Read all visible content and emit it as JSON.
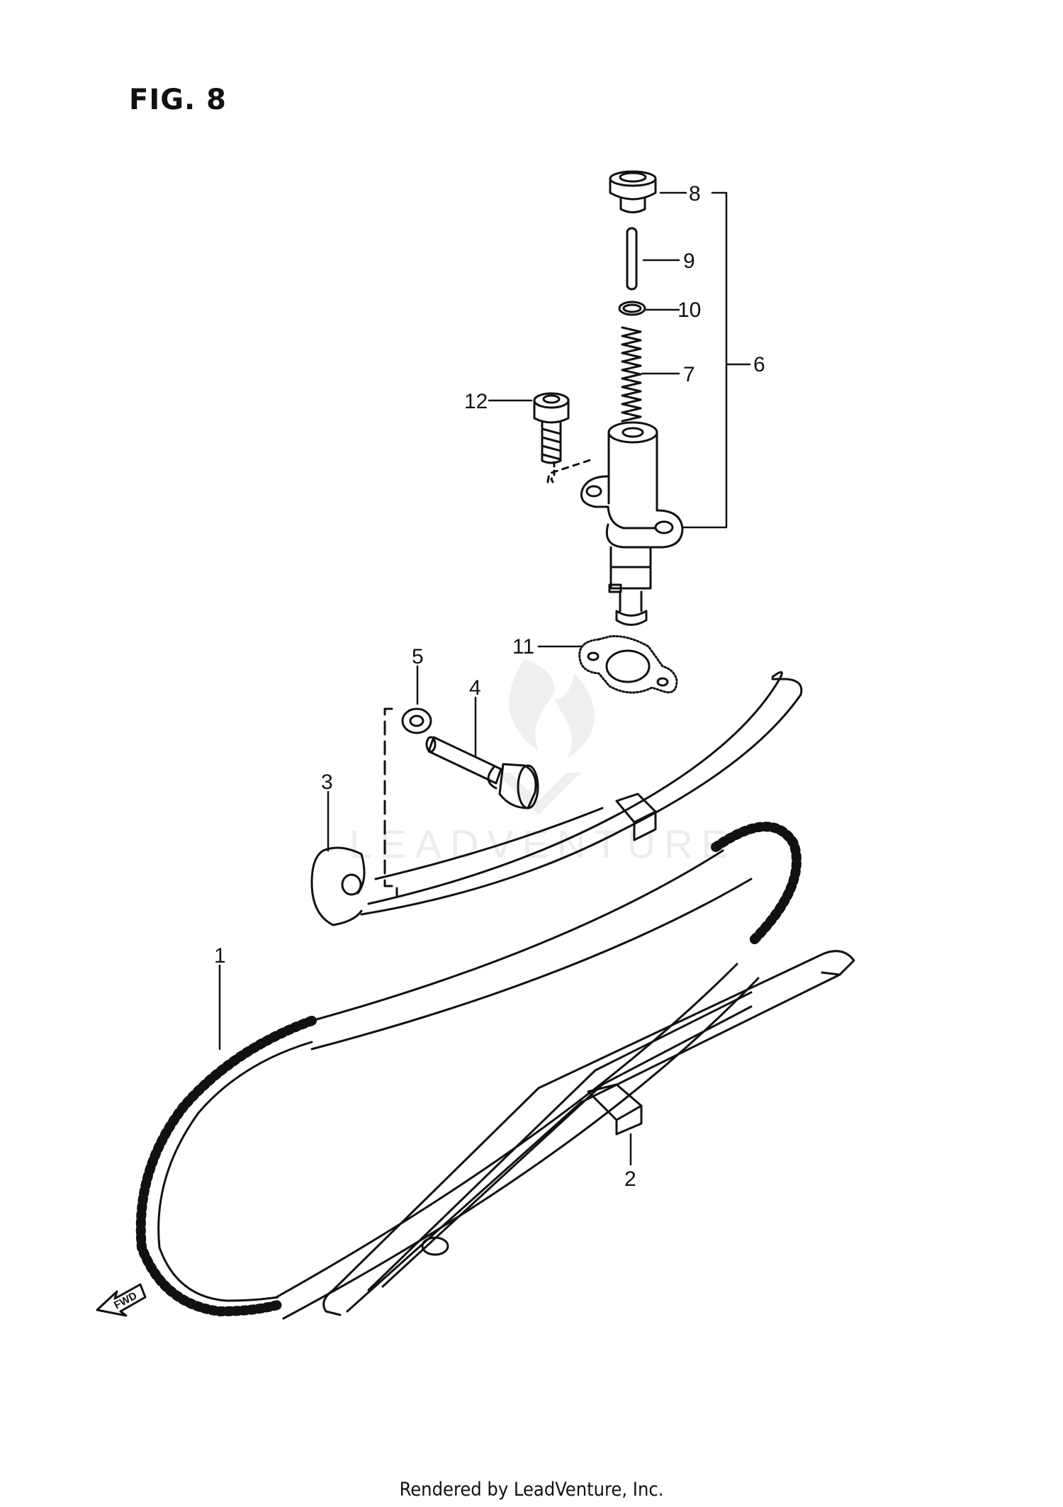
{
  "figure": {
    "title": "FIG. 8"
  },
  "callouts": [
    {
      "id": "1",
      "label": "1"
    },
    {
      "id": "2",
      "label": "2"
    },
    {
      "id": "3",
      "label": "3"
    },
    {
      "id": "4",
      "label": "4"
    },
    {
      "id": "5",
      "label": "5"
    },
    {
      "id": "6",
      "label": "6"
    },
    {
      "id": "7",
      "label": "7"
    },
    {
      "id": "8",
      "label": "8"
    },
    {
      "id": "9",
      "label": "9"
    },
    {
      "id": "10",
      "label": "10"
    },
    {
      "id": "11",
      "label": "11"
    },
    {
      "id": "12",
      "label": "12"
    }
  ],
  "direction_arrow": {
    "label": "FWD"
  },
  "watermark": {
    "text": "LEADVENTURE"
  },
  "footer": {
    "text": "Rendered by LeadVenture, Inc."
  }
}
